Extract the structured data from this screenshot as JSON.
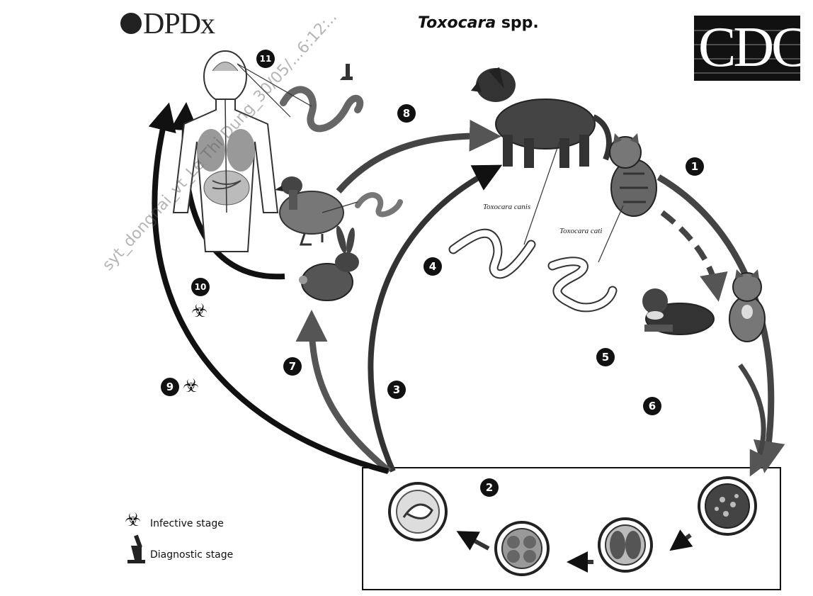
{
  "header": {
    "logo_left": "DPDx",
    "title_italic": "Toxocara",
    "title_rest": " spp.",
    "logo_right": "CDC"
  },
  "steps": {
    "s1": "1",
    "s2": "2",
    "s3": "3",
    "s4": "4",
    "s5": "5",
    "s6": "6",
    "s7": "7",
    "s8": "8",
    "s9": "9",
    "s10": "10",
    "s11": "11"
  },
  "labels": {
    "toxocara_canis": "Toxocara canis",
    "toxocara_cati": "Toxocara cati"
  },
  "legend": {
    "infective": "Infective stage",
    "diagnostic": "Diagnostic stage"
  },
  "watermark": "syt_dongnai_vt_Le Thi Dung_30/05/...6:12:..",
  "icons": {
    "infective": "biohazard-icon",
    "diagnostic": "microscope-icon"
  }
}
